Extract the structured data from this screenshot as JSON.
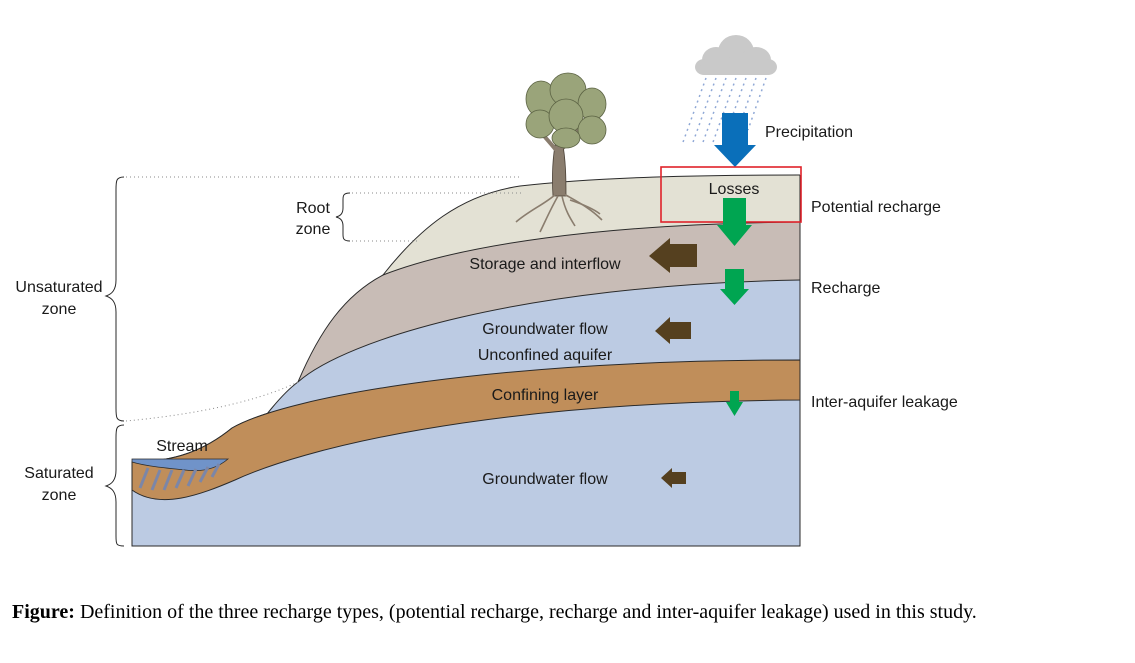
{
  "labels": {
    "precipitation": "Precipitation",
    "losses": "Losses",
    "potential_recharge": "Potential recharge",
    "root": "Root",
    "zone_root": "zone",
    "storage_interflow": "Storage and interflow",
    "recharge": "Recharge",
    "unsaturated": "Unsaturated",
    "zone_unsat": "zone",
    "groundwater_flow_upper": "Groundwater flow",
    "unconfined_aquifer": "Unconfined aquifer",
    "confining_layer": "Confining layer",
    "inter_aquifer_leakage": "Inter-aquifer leakage",
    "stream": "Stream",
    "saturated": "Saturated",
    "zone_sat": "zone",
    "groundwater_flow_lower": "Groundwater flow"
  },
  "caption": {
    "bold": "Figure:",
    "text": " Definition of the three recharge types, (potential recharge, recharge and inter-aquifer leakage) used in this study."
  },
  "colors": {
    "topsoil": "#e3e1d4",
    "storage": "#c8bcb6",
    "aquifer": "#bccbe3",
    "confining": "#c08e5a",
    "stream": "#7093c9",
    "precip_arrow": "#0a6fba",
    "recharge_arrow": "#00a551",
    "flow_arrow": "#55401f",
    "highlight": "#e0222a",
    "rain": "#8fa8d6",
    "cloud": "#c9c9c9",
    "tree_canopy": "#9aa47a",
    "tree_trunk": "#8a7d6e"
  }
}
